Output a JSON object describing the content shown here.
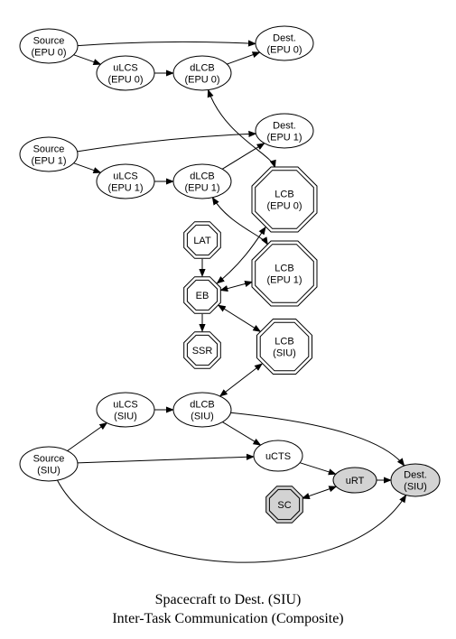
{
  "diagram": {
    "nodes": [
      {
        "id": "src_epu0",
        "label": [
          "Source",
          "(EPU 0)"
        ],
        "shape": "ellipse",
        "fill": "#ffffff"
      },
      {
        "id": "dest_epu0",
        "label": [
          "Dest.",
          "(EPU 0)"
        ],
        "shape": "ellipse",
        "fill": "#ffffff"
      },
      {
        "id": "ulcs_epu0",
        "label": [
          "uLCS",
          "(EPU 0)"
        ],
        "shape": "ellipse",
        "fill": "#ffffff"
      },
      {
        "id": "dlcb_epu0",
        "label": [
          "dLCB",
          "(EPU 0)"
        ],
        "shape": "ellipse",
        "fill": "#ffffff"
      },
      {
        "id": "src_epu1",
        "label": [
          "Source",
          "(EPU 1)"
        ],
        "shape": "ellipse",
        "fill": "#ffffff"
      },
      {
        "id": "dest_epu1",
        "label": [
          "Dest.",
          "(EPU 1)"
        ],
        "shape": "ellipse",
        "fill": "#ffffff"
      },
      {
        "id": "ulcs_epu1",
        "label": [
          "uLCS",
          "(EPU 1)"
        ],
        "shape": "ellipse",
        "fill": "#ffffff"
      },
      {
        "id": "dlcb_epu1",
        "label": [
          "dLCB",
          "(EPU 1)"
        ],
        "shape": "ellipse",
        "fill": "#ffffff"
      },
      {
        "id": "lcb_epu0",
        "label": [
          "LCB",
          "(EPU 0)"
        ],
        "shape": "octagon",
        "fill": "#ffffff"
      },
      {
        "id": "lat",
        "label": [
          "LAT"
        ],
        "shape": "octagon",
        "fill": "#ffffff"
      },
      {
        "id": "lcb_epu1",
        "label": [
          "LCB",
          "(EPU 1)"
        ],
        "shape": "octagon",
        "fill": "#ffffff"
      },
      {
        "id": "eb",
        "label": [
          "EB"
        ],
        "shape": "octagon",
        "fill": "#ffffff"
      },
      {
        "id": "ssr",
        "label": [
          "SSR"
        ],
        "shape": "octagon",
        "fill": "#ffffff"
      },
      {
        "id": "lcb_siu",
        "label": [
          "LCB",
          "(SIU)"
        ],
        "shape": "octagon",
        "fill": "#ffffff"
      },
      {
        "id": "ulcs_siu",
        "label": [
          "uLCS",
          "(SIU)"
        ],
        "shape": "ellipse",
        "fill": "#ffffff"
      },
      {
        "id": "dlcb_siu",
        "label": [
          "dLCB",
          "(SIU)"
        ],
        "shape": "ellipse",
        "fill": "#ffffff"
      },
      {
        "id": "src_siu",
        "label": [
          "Source",
          "(SIU)"
        ],
        "shape": "ellipse",
        "fill": "#ffffff"
      },
      {
        "id": "ucts",
        "label": [
          "uCTS"
        ],
        "shape": "ellipse",
        "fill": "#ffffff"
      },
      {
        "id": "urt",
        "label": [
          "uRT"
        ],
        "shape": "ellipse",
        "fill": "#d3d3d3"
      },
      {
        "id": "dest_siu",
        "label": [
          "Dest.",
          "(SIU)"
        ],
        "shape": "ellipse",
        "fill": "#d3d3d3"
      },
      {
        "id": "sc",
        "label": [
          "SC"
        ],
        "shape": "octagon",
        "fill": "#d3d3d3"
      }
    ],
    "edges": [
      {
        "from": "src_epu0",
        "to": "dest_epu0",
        "dir": "forward"
      },
      {
        "from": "src_epu0",
        "to": "ulcs_epu0",
        "dir": "forward"
      },
      {
        "from": "ulcs_epu0",
        "to": "dlcb_epu0",
        "dir": "forward"
      },
      {
        "from": "dlcb_epu0",
        "to": "dest_epu0",
        "dir": "forward"
      },
      {
        "from": "dlcb_epu0",
        "to": "lcb_epu0",
        "dir": "both"
      },
      {
        "from": "src_epu1",
        "to": "dest_epu1",
        "dir": "forward"
      },
      {
        "from": "src_epu1",
        "to": "ulcs_epu1",
        "dir": "forward"
      },
      {
        "from": "ulcs_epu1",
        "to": "dlcb_epu1",
        "dir": "forward"
      },
      {
        "from": "dlcb_epu1",
        "to": "dest_epu1",
        "dir": "forward"
      },
      {
        "from": "dlcb_epu1",
        "to": "lcb_epu1",
        "dir": "both"
      },
      {
        "from": "lat",
        "to": "eb",
        "dir": "forward"
      },
      {
        "from": "eb",
        "to": "ssr",
        "dir": "forward"
      },
      {
        "from": "eb",
        "to": "lcb_epu0",
        "dir": "both"
      },
      {
        "from": "eb",
        "to": "lcb_epu1",
        "dir": "both"
      },
      {
        "from": "eb",
        "to": "lcb_siu",
        "dir": "both"
      },
      {
        "from": "dlcb_siu",
        "to": "lcb_siu",
        "dir": "both"
      },
      {
        "from": "src_siu",
        "to": "ulcs_siu",
        "dir": "forward"
      },
      {
        "from": "ulcs_siu",
        "to": "dlcb_siu",
        "dir": "forward"
      },
      {
        "from": "dlcb_siu",
        "to": "ucts",
        "dir": "forward"
      },
      {
        "from": "dlcb_siu",
        "to": "dest_siu",
        "dir": "forward"
      },
      {
        "from": "src_siu",
        "to": "ucts",
        "dir": "forward"
      },
      {
        "from": "ucts",
        "to": "urt",
        "dir": "forward"
      },
      {
        "from": "urt",
        "to": "dest_siu",
        "dir": "forward"
      },
      {
        "from": "sc",
        "to": "urt",
        "dir": "both"
      },
      {
        "from": "src_siu",
        "to": "dest_siu",
        "dir": "forward"
      }
    ]
  },
  "caption": {
    "line1": "Spacecraft to Dest. (SIU)",
    "line2": "Inter-Task Communication (Composite)"
  }
}
